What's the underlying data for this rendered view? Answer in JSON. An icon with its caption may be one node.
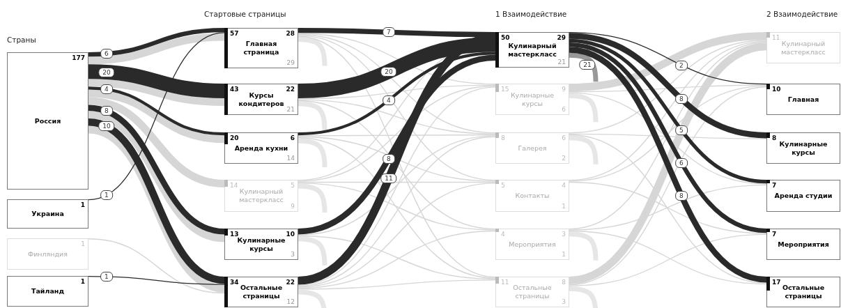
{
  "diagram": {
    "nodes": [
      {
        "text": [
          "177",
          "Россия"
        ]
      },
      {
        "text": [
          "1",
          "Украина"
        ]
      },
      {
        "text": [
          "1",
          "Финляндия"
        ]
      },
      {
        "text": [
          "1",
          "Тайланд"
        ]
      },
      {
        "text": [
          "57",
          "28",
          "Главная страница",
          "29"
        ]
      },
      {
        "text": [
          "43",
          "22",
          "Курсы кондитеров",
          "21"
        ]
      },
      {
        "text": [
          "20",
          "6",
          "Аренда кухни",
          "14"
        ]
      },
      {
        "text": [
          "14",
          "5",
          "Кулинарный мастеркласс",
          "9"
        ]
      },
      {
        "text": [
          "13",
          "10",
          "Кулинарные курсы",
          "3"
        ]
      },
      {
        "text": [
          "34",
          "22",
          "Остальные страницы",
          "12"
        ]
      },
      {
        "text": [
          "50",
          "29",
          "Кулинарный мастеркласс",
          "21"
        ]
      },
      {
        "text": [
          "15",
          "9",
          "Кулинарные курсы",
          "6"
        ]
      },
      {
        "text": [
          "8",
          "6",
          "Галерея",
          "2"
        ]
      },
      {
        "text": [
          "5",
          "4",
          "Контакты",
          "1"
        ]
      },
      {
        "text": [
          "4",
          "3",
          "Мероприятия",
          "1"
        ]
      },
      {
        "text": [
          "11",
          "8",
          "Остальные страницы",
          "3"
        ]
      },
      {
        "text": [
          "11",
          "Кулинарный мастеркласс"
        ]
      },
      {
        "text": [
          "10",
          "Главная"
        ]
      },
      {
        "text": [
          "8",
          "Кулинарные курсы"
        ]
      },
      {
        "text": [
          "7",
          "Аренда студии"
        ]
      },
      {
        "text": [
          "7",
          "Мероприятия"
        ]
      },
      {
        "text": [
          "17",
          "Остальные страницы"
        ]
      }
    ],
    "edges": [
      {
        "from": 0,
        "to": 4,
        "arrow": "none",
        "label": "6",
        "style": "thick",
        "color": "#2a2a2a"
      },
      {
        "from": 0,
        "to": 5,
        "arrow": "none",
        "label": "20",
        "style": "thick",
        "color": "#2a2a2a"
      },
      {
        "from": 0,
        "to": 6,
        "arrow": "none",
        "label": "4",
        "style": "thick",
        "color": "#2a2a2a"
      },
      {
        "from": 0,
        "to": 8,
        "arrow": "none",
        "label": "8",
        "style": "thick",
        "color": "#2a2a2a"
      },
      {
        "from": 0,
        "to": 9,
        "arrow": "none",
        "label": "10",
        "style": "thick",
        "color": "#2a2a2a"
      },
      {
        "from": 1,
        "to": 4,
        "arrow": "none",
        "label": "1",
        "color": "#2a2a2a"
      },
      {
        "from": 3,
        "to": 9,
        "arrow": "none",
        "label": "1",
        "color": "#2a2a2a"
      },
      {
        "from": 4,
        "to": 10,
        "arrow": "none",
        "label": "7",
        "style": "thick",
        "color": "#2a2a2a"
      },
      {
        "from": 5,
        "to": 10,
        "arrow": "none",
        "label": "20",
        "style": "thick",
        "color": "#2a2a2a"
      },
      {
        "from": 6,
        "to": 10,
        "arrow": "none",
        "label": "4",
        "style": "thick",
        "color": "#2a2a2a"
      },
      {
        "from": 8,
        "to": 10,
        "arrow": "none",
        "label": "8",
        "style": "thick",
        "color": "#2a2a2a"
      },
      {
        "from": 9,
        "to": 10,
        "arrow": "none",
        "label": "11",
        "style": "thick",
        "color": "#2a2a2a"
      },
      {
        "from": 10,
        "to": 17,
        "arrow": "none",
        "label": "2",
        "color": "#2a2a2a"
      },
      {
        "from": 10,
        "to": 18,
        "arrow": "none",
        "label": "8",
        "style": "thick",
        "color": "#2a2a2a"
      },
      {
        "from": 10,
        "to": 19,
        "arrow": "none",
        "label": "5",
        "style": "thick",
        "color": "#2a2a2a"
      },
      {
        "from": 10,
        "to": 20,
        "arrow": "none",
        "label": "6",
        "style": "thick",
        "color": "#2a2a2a"
      },
      {
        "from": 10,
        "to": 21,
        "arrow": "none",
        "label": "8",
        "style": "thick",
        "color": "#2a2a2a"
      },
      {
        "from": 10,
        "to": null,
        "arrow": "none",
        "label": "21",
        "style": "thick",
        "color": "#999999"
      },
      {
        "from": 0,
        "to": 4,
        "arrow": "none",
        "style": "thick",
        "color": "#d6d6d6"
      },
      {
        "from": 0,
        "to": 5,
        "arrow": "none",
        "style": "thick",
        "color": "#d6d6d6"
      },
      {
        "from": 0,
        "to": 6,
        "arrow": "none",
        "style": "thick",
        "color": "#d6d6d6"
      },
      {
        "from": 0,
        "to": 7,
        "arrow": "none",
        "style": "thick",
        "color": "#d6d6d6"
      },
      {
        "from": 0,
        "to": 8,
        "arrow": "none",
        "style": "thick",
        "color": "#d6d6d6"
      },
      {
        "from": 0,
        "to": 9,
        "arrow": "none",
        "style": "thick",
        "color": "#d6d6d6"
      },
      {
        "from": 2,
        "to": 9,
        "arrow": "none",
        "color": "#d6d6d6"
      },
      {
        "from": 4,
        "to": 11,
        "arrow": "none",
        "color": "#d6d6d6"
      },
      {
        "from": 4,
        "to": 12,
        "arrow": "none",
        "color": "#d6d6d6"
      },
      {
        "from": 4,
        "to": 13,
        "arrow": "none",
        "color": "#d6d6d6"
      },
      {
        "from": 4,
        "to": 15,
        "arrow": "none",
        "color": "#d6d6d6"
      },
      {
        "from": 5,
        "to": 11,
        "arrow": "none",
        "color": "#d6d6d6"
      },
      {
        "from": 5,
        "to": 12,
        "arrow": "none",
        "color": "#d6d6d6"
      },
      {
        "from": 5,
        "to": 14,
        "arrow": "none",
        "color": "#d6d6d6"
      },
      {
        "from": 6,
        "to": 12,
        "arrow": "none",
        "color": "#d6d6d6"
      },
      {
        "from": 6,
        "to": 13,
        "arrow": "none",
        "color": "#d6d6d6"
      },
      {
        "from": 6,
        "to": 15,
        "arrow": "none",
        "color": "#d6d6d6"
      },
      {
        "from": 7,
        "to": 10,
        "arrow": "none",
        "color": "#d6d6d6"
      },
      {
        "from": 7,
        "to": 11,
        "arrow": "none",
        "color": "#d6d6d6"
      },
      {
        "from": 7,
        "to": 13,
        "arrow": "none",
        "color": "#d6d6d6"
      },
      {
        "from": 7,
        "to": 14,
        "arrow": "none",
        "color": "#d6d6d6"
      },
      {
        "from": 8,
        "to": 12,
        "arrow": "none",
        "color": "#d6d6d6"
      },
      {
        "from": 8,
        "to": 15,
        "arrow": "none",
        "color": "#d6d6d6"
      },
      {
        "from": 9,
        "to": 11,
        "arrow": "none",
        "color": "#d6d6d6"
      },
      {
        "from": 9,
        "to": 12,
        "arrow": "none",
        "color": "#d6d6d6"
      },
      {
        "from": 9,
        "to": 13,
        "arrow": "none",
        "color": "#d6d6d6"
      },
      {
        "from": 9,
        "to": 14,
        "arrow": "none",
        "color": "#d6d6d6"
      },
      {
        "from": 9,
        "to": 15,
        "arrow": "none",
        "color": "#d6d6d6"
      },
      {
        "from": 11,
        "to": 16,
        "arrow": "none",
        "style": "thick",
        "color": "#d6d6d6"
      },
      {
        "from": 11,
        "to": 17,
        "arrow": "none",
        "color": "#d6d6d6"
      },
      {
        "from": 11,
        "to": 19,
        "arrow": "none",
        "color": "#d6d6d6"
      },
      {
        "from": 12,
        "to": 16,
        "arrow": "none",
        "color": "#d6d6d6"
      },
      {
        "from": 12,
        "to": 18,
        "arrow": "none",
        "color": "#d6d6d6"
      },
      {
        "from": 12,
        "to": 21,
        "arrow": "none",
        "color": "#d6d6d6"
      },
      {
        "from": 13,
        "to": 16,
        "arrow": "none",
        "color": "#d6d6d6"
      },
      {
        "from": 13,
        "to": 17,
        "arrow": "none",
        "color": "#d6d6d6"
      },
      {
        "from": 13,
        "to": 20,
        "arrow": "none",
        "color": "#d6d6d6"
      },
      {
        "from": 14,
        "to": 16,
        "arrow": "none",
        "color": "#d6d6d6"
      },
      {
        "from": 14,
        "to": 19,
        "arrow": "none",
        "color": "#d6d6d6"
      },
      {
        "from": 14,
        "to": 21,
        "arrow": "none",
        "color": "#d6d6d6"
      },
      {
        "from": 15,
        "to": 16,
        "arrow": "none",
        "style": "thick",
        "color": "#d6d6d6"
      },
      {
        "from": 15,
        "to": 17,
        "arrow": "none",
        "color": "#d6d6d6"
      },
      {
        "from": 15,
        "to": 20,
        "arrow": "none",
        "color": "#d6d6d6"
      },
      {
        "from": 4,
        "to": null,
        "arrow": "none",
        "style": "thick",
        "color": "#e6e6e6"
      },
      {
        "from": 5,
        "to": null,
        "arrow": "none",
        "style": "thick",
        "color": "#e6e6e6"
      },
      {
        "from": 6,
        "to": null,
        "arrow": "none",
        "style": "thick",
        "color": "#e6e6e6"
      },
      {
        "from": 7,
        "to": null,
        "arrow": "none",
        "style": "thick",
        "color": "#e6e6e6"
      },
      {
        "from": 8,
        "to": null,
        "arrow": "none",
        "style": "thick",
        "color": "#e6e6e6"
      },
      {
        "from": 9,
        "to": null,
        "arrow": "none",
        "style": "thick",
        "color": "#e6e6e6"
      },
      {
        "from": 11,
        "to": null,
        "arrow": "none",
        "style": "thick",
        "color": "#e6e6e6"
      },
      {
        "from": 12,
        "to": null,
        "arrow": "none",
        "style": "thick",
        "color": "#e6e6e6"
      },
      {
        "from": 14,
        "to": null,
        "arrow": "none",
        "style": "thick",
        "color": "#e6e6e6"
      },
      {
        "from": 15,
        "to": null,
        "arrow": "none",
        "style": "thick",
        "color": "#e6e6e6"
      }
    ],
    "labels": [
      "Стартовые страницы",
      "1 Взаимодействие",
      "2 Взаимодействие",
      "Страны"
    ]
  }
}
